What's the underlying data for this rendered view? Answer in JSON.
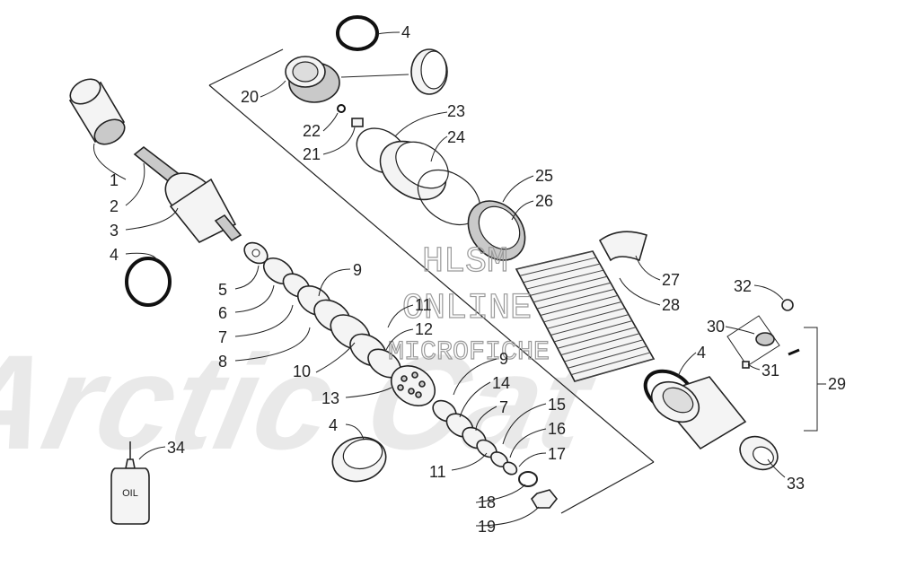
{
  "watermark": {
    "brand": "Arctic Cat",
    "line1": "HLSM",
    "line2": "ONLINE",
    "line3": "MICROFICHE"
  },
  "oil_label": "OIL",
  "callouts": [
    {
      "id": "c1",
      "text": "1"
    },
    {
      "id": "c2",
      "text": "2"
    },
    {
      "id": "c3",
      "text": "3"
    },
    {
      "id": "c4a",
      "text": "4"
    },
    {
      "id": "c5",
      "text": "5"
    },
    {
      "id": "c6",
      "text": "6"
    },
    {
      "id": "c7a",
      "text": "7"
    },
    {
      "id": "c8",
      "text": "8"
    },
    {
      "id": "c9a",
      "text": "9"
    },
    {
      "id": "c10",
      "text": "10"
    },
    {
      "id": "c11a",
      "text": "11"
    },
    {
      "id": "c12",
      "text": "12"
    },
    {
      "id": "c13",
      "text": "13"
    },
    {
      "id": "c4b",
      "text": "4"
    },
    {
      "id": "c9b",
      "text": "9"
    },
    {
      "id": "c14",
      "text": "14"
    },
    {
      "id": "c7b",
      "text": "7"
    },
    {
      "id": "c15",
      "text": "15"
    },
    {
      "id": "c16",
      "text": "16"
    },
    {
      "id": "c17",
      "text": "17"
    },
    {
      "id": "c11b",
      "text": "11"
    },
    {
      "id": "c18",
      "text": "18"
    },
    {
      "id": "c19",
      "text": "19"
    },
    {
      "id": "c4c",
      "text": "4"
    },
    {
      "id": "c20",
      "text": "20"
    },
    {
      "id": "c22",
      "text": "22"
    },
    {
      "id": "c21",
      "text": "21"
    },
    {
      "id": "c23",
      "text": "23"
    },
    {
      "id": "c24",
      "text": "24"
    },
    {
      "id": "c25",
      "text": "25"
    },
    {
      "id": "c26",
      "text": "26"
    },
    {
      "id": "c27",
      "text": "27"
    },
    {
      "id": "c28",
      "text": "28"
    },
    {
      "id": "c4d",
      "text": "4"
    },
    {
      "id": "c32",
      "text": "32"
    },
    {
      "id": "c30",
      "text": "30"
    },
    {
      "id": "c31",
      "text": "31"
    },
    {
      "id": "c29",
      "text": "29"
    },
    {
      "id": "c33",
      "text": "33"
    },
    {
      "id": "c34",
      "text": "34"
    }
  ]
}
